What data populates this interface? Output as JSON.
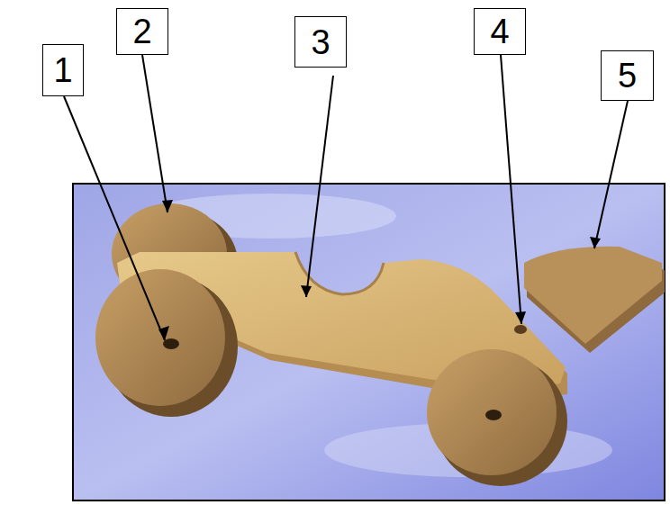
{
  "diagram": {
    "nodes": [
      {
        "text": [
          "1"
        ]
      },
      {
        "text": [
          "2"
        ]
      },
      {
        "text": [
          "3"
        ]
      },
      {
        "text": [
          "4"
        ]
      },
      {
        "text": [
          "5"
        ]
      }
    ]
  }
}
